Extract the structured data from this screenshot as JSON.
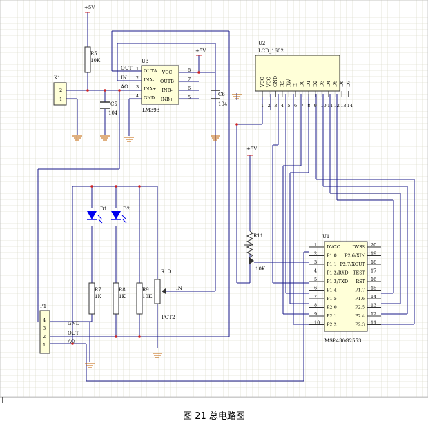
{
  "caption": "图 21 总电路图",
  "lm393": {
    "ref": "U3",
    "part": "LM393",
    "left_pins": [
      {
        "num": "1",
        "name": "OUTA"
      },
      {
        "num": "2",
        "name": "INA-"
      },
      {
        "num": "3",
        "name": "INA+"
      },
      {
        "num": "4",
        "name": "GND"
      }
    ],
    "right_pins": [
      {
        "num": "8",
        "name": "VCC"
      },
      {
        "num": "7",
        "name": "OUTB"
      },
      {
        "num": "6",
        "name": "INB-"
      },
      {
        "num": "5",
        "name": "INB+"
      }
    ]
  },
  "lcd": {
    "ref": "U2",
    "part": "LCD_1602",
    "pin_names": [
      "VCC",
      "VCC",
      "GND",
      "RS",
      "RW",
      "E",
      "D0",
      "D1",
      "D2",
      "D3",
      "D4",
      "D5",
      "D6",
      "D7"
    ],
    "pin_nums": [
      "1",
      "2",
      "3",
      "4",
      "5",
      "6",
      "7",
      "8",
      "9",
      "10",
      "11",
      "12",
      "13",
      "14"
    ]
  },
  "msp": {
    "ref": "U1",
    "part": "MSP430G2553",
    "left_pins": [
      {
        "num": "1",
        "name": "DVCC"
      },
      {
        "num": "2",
        "name": "P1.0"
      },
      {
        "num": "3",
        "name": "P1.1"
      },
      {
        "num": "4",
        "name": "P1.2/RXD"
      },
      {
        "num": "5",
        "name": "P1.3/TXD"
      },
      {
        "num": "6",
        "name": "P1.4"
      },
      {
        "num": "7",
        "name": "P1.5"
      },
      {
        "num": "8",
        "name": "P2.0"
      },
      {
        "num": "9",
        "name": "P2.1"
      },
      {
        "num": "10",
        "name": "P2.2"
      }
    ],
    "right_pins": [
      {
        "num": "20",
        "name": "DVSS"
      },
      {
        "num": "19",
        "name": "P2.6/XIN"
      },
      {
        "num": "18",
        "name": "P2.7/XOUT"
      },
      {
        "num": "17",
        "name": "TEST"
      },
      {
        "num": "16",
        "name": "RST"
      },
      {
        "num": "15",
        "name": "P1.7"
      },
      {
        "num": "14",
        "name": "P1.6"
      },
      {
        "num": "13",
        "name": "P2.5"
      },
      {
        "num": "12",
        "name": "P2.4"
      },
      {
        "num": "11",
        "name": "P2.3"
      }
    ]
  },
  "k1": {
    "ref": "K1",
    "pins": [
      "2",
      "1"
    ]
  },
  "p1": {
    "ref": "P1",
    "pins": [
      "4",
      "3",
      "2",
      "1"
    ],
    "nets": [
      "GND",
      "OUT",
      "AO"
    ]
  },
  "resistors": {
    "r5": {
      "ref": "R5",
      "value": "10K"
    },
    "r7": {
      "ref": "R7",
      "value": "1K"
    },
    "r8": {
      "ref": "R8",
      "value": "1K"
    },
    "r9": {
      "ref": "R9",
      "value": "10K"
    },
    "r10": {
      "ref": "R10",
      "value": "POT2"
    },
    "r11": {
      "ref": "R11",
      "value": "10K"
    }
  },
  "caps": {
    "c5": {
      "ref": "C5",
      "value": "104"
    },
    "c6": {
      "ref": "C6",
      "value": "104"
    }
  },
  "leds": {
    "d1": "D1",
    "d2": "D2"
  },
  "nets": {
    "vcc": "+5V",
    "out": "OUT",
    "in": "IN",
    "ao": "AO"
  }
}
